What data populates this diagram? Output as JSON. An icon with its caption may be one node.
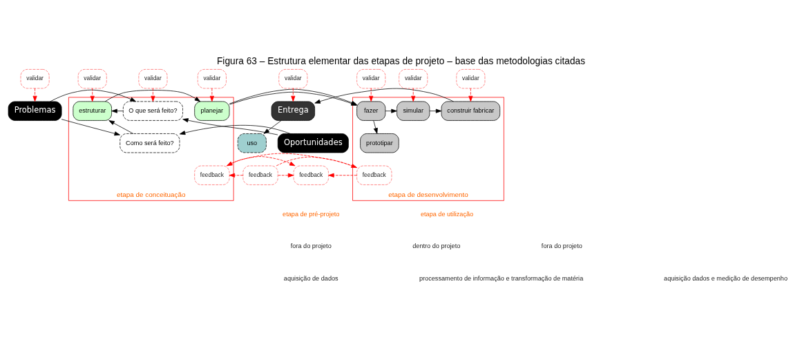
{
  "diagram": {
    "title": "Figura 63 – Estrutura elementar das etapas de projeto – base das metodologias citadas",
    "nodes": [
      {
        "text": [
          "validar"
        ]
      },
      {
        "text": [
          "Problemas"
        ]
      },
      {
        "text": [
          "Oportunidades"
        ]
      },
      {
        "text": [
          "etapa de conceituação"
        ]
      },
      {
        "text": [
          "validar"
        ]
      },
      {
        "text": [
          "O que será feito?"
        ],
        "in": 3
      },
      {
        "text": [
          "Como será feito?"
        ],
        "in": 3
      },
      {
        "text": [
          "validar"
        ]
      },
      {
        "text": [
          "estruturar"
        ],
        "in": 3
      },
      {
        "text": [
          "validar"
        ]
      },
      {
        "text": [
          "planejar"
        ],
        "in": 3
      },
      {
        "text": [
          "etapa de desenvolvimento"
        ]
      },
      {
        "text": [
          "validar"
        ]
      },
      {
        "text": [
          "fazer"
        ],
        "in": 11
      },
      {
        "text": [
          "prototipar"
        ],
        "in": 11
      },
      {
        "text": [
          "validar"
        ]
      },
      {
        "text": [
          "simular"
        ],
        "in": 11
      },
      {
        "text": [
          "validar"
        ]
      },
      {
        "text": [
          "construir fabricar"
        ],
        "in": 11
      },
      {
        "text": [
          "validar"
        ]
      },
      {
        "text": [
          "Entrega"
        ]
      },
      {
        "text": [
          "uso"
        ]
      },
      {
        "text": [
          "feedback"
        ]
      },
      {
        "text": [
          "feedback"
        ],
        "in": 3
      },
      {
        "text": [
          "feedback"
        ],
        "in": 11
      },
      {
        "text": [
          "feedback"
        ]
      }
    ],
    "edges": [
      {
        "from": 0,
        "to": 1,
        "arrow": "to",
        "style": "dashed"
      },
      {
        "from": 4,
        "to": 5,
        "arrow": "to",
        "style": "dashed"
      },
      {
        "from": 7,
        "to": 8,
        "arrow": "to",
        "style": "dashed"
      },
      {
        "from": 9,
        "to": 10,
        "arrow": "to",
        "style": "dashed"
      },
      {
        "from": 12,
        "to": 13,
        "arrow": "to",
        "style": "dashed"
      },
      {
        "from": 15,
        "to": 16,
        "arrow": "to",
        "style": "dashed"
      },
      {
        "from": 17,
        "to": 18,
        "arrow": "to",
        "style": "dashed"
      },
      {
        "from": 19,
        "to": 20,
        "arrow": "to",
        "style": "dashed"
      },
      {
        "from": 1,
        "to": 5,
        "arrow": "to",
        "color": "#000000"
      },
      {
        "from": 1,
        "to": 6,
        "arrow": "to",
        "color": "#000000"
      },
      {
        "from": 2,
        "to": 5,
        "arrow": "to",
        "color": "#000000"
      },
      {
        "from": 2,
        "to": 6,
        "arrow": "to",
        "color": "#000000"
      },
      {
        "from": 5,
        "to": 8,
        "arrow": "to",
        "color": "#000000"
      },
      {
        "from": 6,
        "to": 8,
        "arrow": "to",
        "color": "#000000"
      },
      {
        "from": 8,
        "to": 10,
        "arrow": "to",
        "color": "#000000"
      },
      {
        "from": 10,
        "to": 13,
        "arrow": "to",
        "color": "#000000"
      },
      {
        "from": 13,
        "to": 16,
        "arrow": "to",
        "color": "#000000"
      },
      {
        "from": 16,
        "to": 18,
        "arrow": "to",
        "color": "#000000"
      },
      {
        "from": 18,
        "to": 20,
        "arrow": "to",
        "color": "#000000"
      },
      {
        "from": 13,
        "to": 14,
        "arrow": "to",
        "color": "#000000"
      },
      {
        "from": 20,
        "to": 21,
        "arrow": "to",
        "color": "#000000"
      },
      {
        "from": 23,
        "to": 22,
        "arrow": "to",
        "style": "dashed"
      },
      {
        "from": 24,
        "to": 22,
        "arrow": "to",
        "style": "dashed"
      },
      {
        "from": 25,
        "to": 22,
        "arrow": "to",
        "style": "dashed"
      },
      {
        "from": 24,
        "to": 23,
        "arrow": "to",
        "style": "dashed"
      },
      {
        "from": 25,
        "to": 23,
        "arrow": "to",
        "style": "dashed"
      },
      {
        "from": 25,
        "to": 24,
        "arrow": "to",
        "style": "dashed"
      }
    ],
    "labels": [
      "etapa de pré-projeto",
      "etapa de utilização",
      "fora do projeto",
      "dentro do projeto",
      "fora do projeto",
      "aquisição de dados",
      "processamento de informação e transformação de matéria",
      "aquisição dados e medição de desempenho"
    ]
  }
}
